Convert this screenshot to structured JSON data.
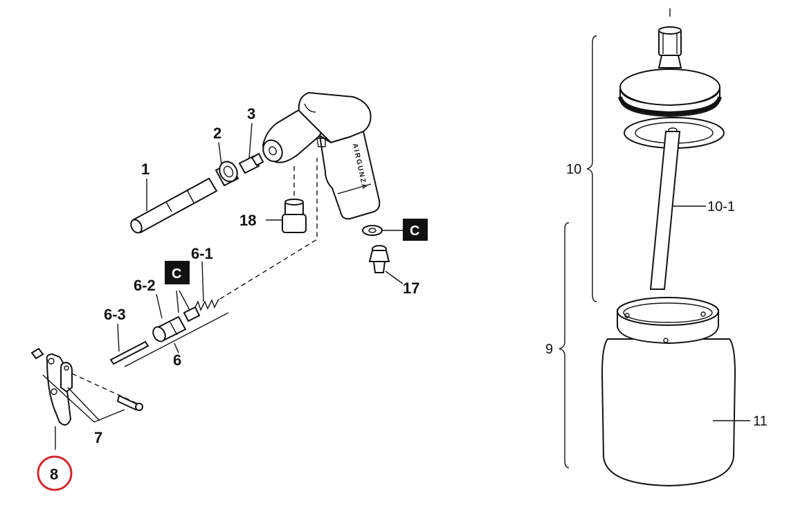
{
  "labels": {
    "p1": "1",
    "p2": "2",
    "p3": "3",
    "p6": "6",
    "p6_1": "6-1",
    "p6_2": "6-2",
    "p6_3": "6-3",
    "p7": "7",
    "p8": "8",
    "p9": "9",
    "p10": "10",
    "p10_1": "10-1",
    "p11": "11",
    "p17": "17",
    "p18": "18",
    "badge": "C"
  },
  "handle_text": "AIRGUNZA",
  "colors": {
    "ink": "#111111",
    "highlight_circle": "#d0282e",
    "badge_bg": "#111111"
  }
}
